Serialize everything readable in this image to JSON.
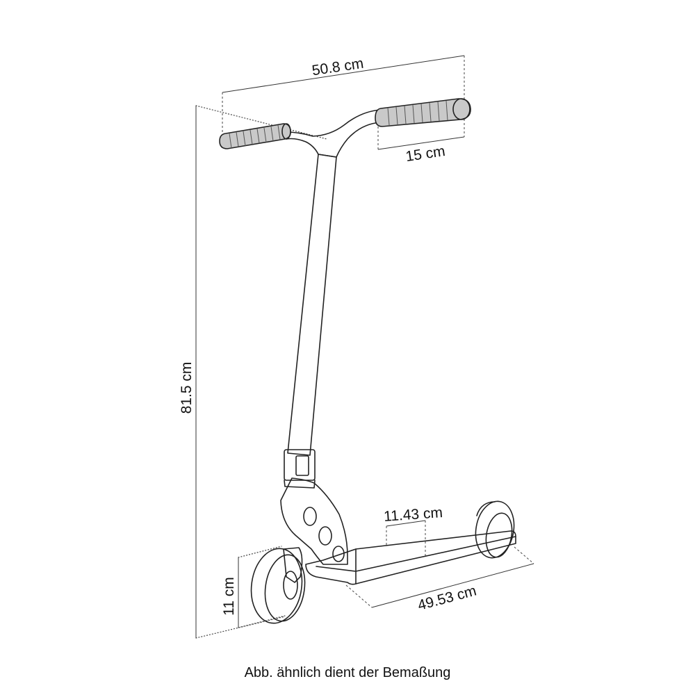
{
  "dimensions": {
    "handlebar_width": "50.8 cm",
    "grip_length": "15 cm",
    "total_height": "81.5 cm",
    "deck_width": "11.43 cm",
    "deck_length": "49.53 cm",
    "wheel_diameter": "11 cm"
  },
  "caption": "Abb. ähnlich dient der Bemaßung"
}
